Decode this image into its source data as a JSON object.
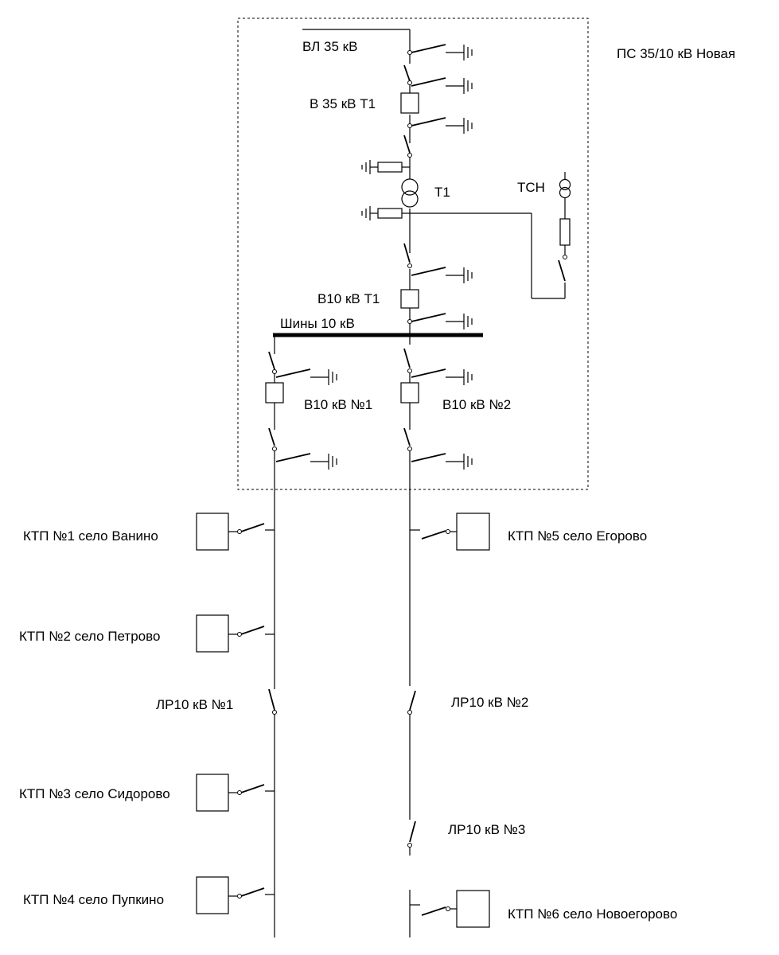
{
  "substation": {
    "title": "ПС 35/10 кВ Новая"
  },
  "labels": {
    "line35": "ВЛ 35 кВ",
    "breaker35": "В 35 кВ Т1",
    "transformer": "Т1",
    "aux_transformer": "ТСН",
    "breaker10": "В10 кВ Т1",
    "busbar": "Шины 10 кВ",
    "feeder1_breaker": "В10 кВ №1",
    "feeder2_breaker": "В10 кВ №2",
    "disconnector1": "ЛР10 кВ №1",
    "disconnector2": "ЛР10 кВ №2",
    "disconnector3": "ЛР10 кВ №3"
  },
  "ktp": [
    {
      "label": "КТП №1 село Ванино"
    },
    {
      "label": "КТП №2 село Петрово"
    },
    {
      "label": "КТП №3 село Сидорово"
    },
    {
      "label": "КТП №4 село Пупкино"
    },
    {
      "label": "КТП №5 село Егорово"
    },
    {
      "label": "КТП №6 село Новоегорово"
    }
  ]
}
